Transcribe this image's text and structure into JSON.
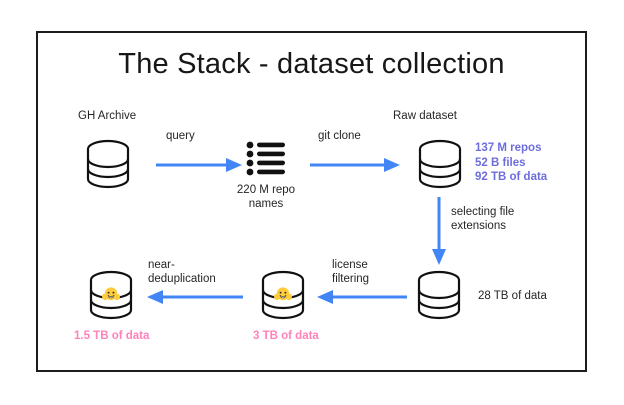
{
  "slide": {
    "title": "The Stack - dataset collection",
    "frame_border_color": "#1c1c1c",
    "background_color": "#ffffff"
  },
  "colors": {
    "arrow_blue": "#4285f4",
    "stat_blue": "#6d6ddd",
    "stat_pink": "#ff82ba",
    "text_black": "#262626",
    "icon_black": "#111111",
    "emoji_yellow": "#ffcd3c"
  },
  "nodes": {
    "gh_archive": {
      "label": "GH Archive",
      "icon": "database-cylinder-icon"
    },
    "repo_names": {
      "label": "220 M repo\nnames",
      "icon": "bulleted-list-icon"
    },
    "raw_dataset": {
      "label": "Raw dataset",
      "icon": "database-cylinder-icon",
      "stats": "137 M repos\n52 B files\n92 TB of data"
    },
    "extensions_filtered": {
      "icon": "database-cylinder-icon",
      "stats": "28 TB of data"
    },
    "license_filtered": {
      "icon": "database-cylinder-hugging-face-icon",
      "stats": "3 TB of data"
    },
    "deduplicated": {
      "icon": "database-cylinder-hugging-face-icon",
      "stats": "1.5 TB of data"
    }
  },
  "edges": {
    "query": {
      "label": "query",
      "direction": "right"
    },
    "git_clone": {
      "label": "git clone",
      "direction": "right"
    },
    "selecting_file_extensions": {
      "label": "selecting file\nextensions",
      "direction": "down"
    },
    "license_filtering": {
      "label": "license\nfiltering",
      "direction": "left"
    },
    "near_deduplication": {
      "label": "near-\ndeduplication",
      "direction": "left"
    }
  }
}
